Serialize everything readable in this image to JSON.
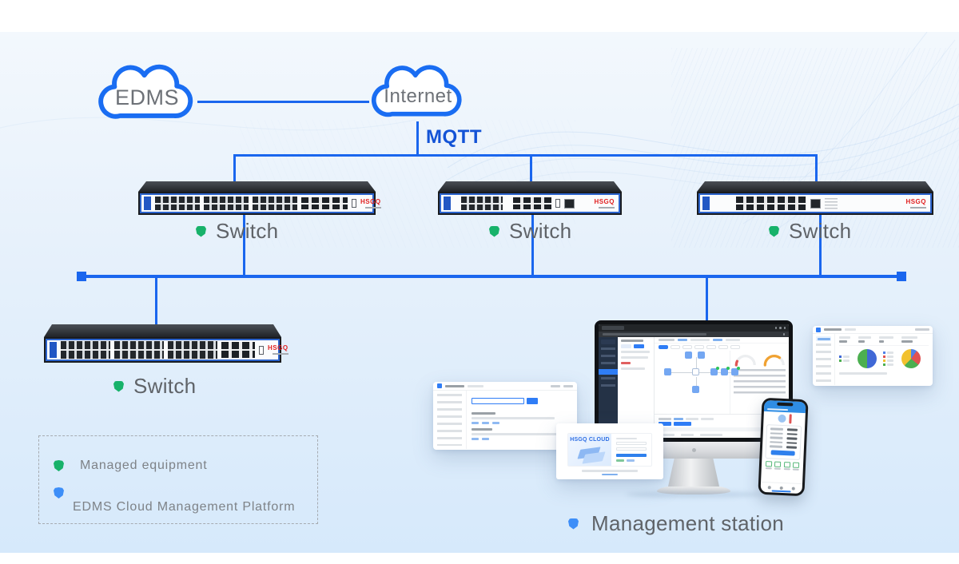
{
  "diagram": {
    "clouds": [
      {
        "label": "EDMS"
      },
      {
        "label": "Internet"
      }
    ],
    "protocol": {
      "label": "MQTT"
    },
    "switches": [
      {
        "label": "Switch",
        "brand": "HSGQ"
      },
      {
        "label": "Switch",
        "brand": "HSGQ"
      },
      {
        "label": "Switch",
        "brand": "HSGQ"
      },
      {
        "label": "Switch",
        "brand": "HSGQ"
      }
    ],
    "management_station": {
      "label": "Management station"
    },
    "login_window": {
      "brand": "HSGQ CLOUD"
    },
    "legend": {
      "items": [
        {
          "label": "Managed equipment",
          "color": "#17b26a"
        },
        {
          "label": "EDMS Cloud Management Platform",
          "color": "#3d8ef8"
        }
      ]
    },
    "colors": {
      "connection_blue": "#1a66ee",
      "mqtt_text_blue": "#1353d6",
      "device_label_gray": "#5f6368",
      "legend_text_gray": "#7e8287",
      "managed_dot_green": "#17b26a",
      "platform_dot_blue": "#3d8ef8",
      "brand_logo_red": "#e02020"
    }
  }
}
